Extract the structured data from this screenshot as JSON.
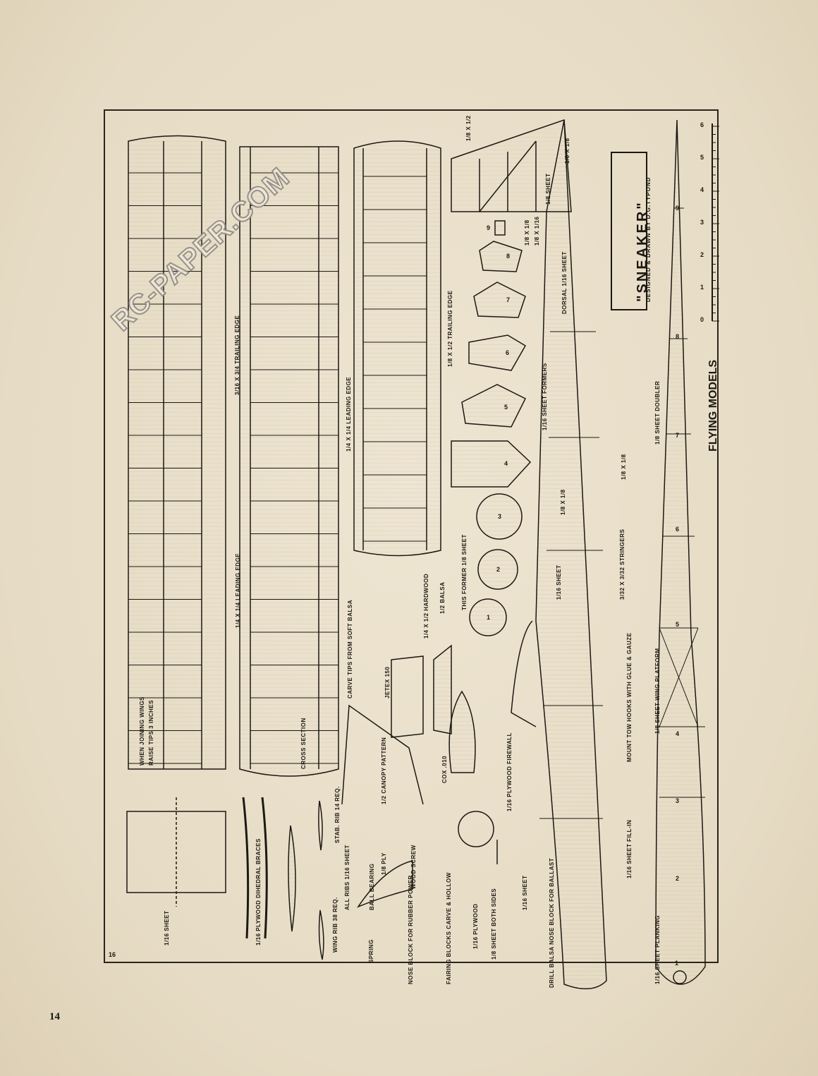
{
  "page_number": "14",
  "sheet_number": "16",
  "watermark": "RC-PAPER.COM",
  "title": "\"SNEAKER\"",
  "subtitle": "DESIGNED & DRAWN BY D.G.TYPOND",
  "magazine": "FLYING MODELS",
  "scale_ticks": [
    "0",
    "1",
    "2",
    "3",
    "4",
    "5",
    "6"
  ],
  "labels": {
    "trailing_edge_wing": "3/16 X 3/4 TRAILING EDGE",
    "leading_edge_wing": "1/4 X 1/4 LEADING EDGE",
    "leading_edge_stab": "1/4 X 1/4 LEADING EDGE",
    "trailing_edge_stab": "1/8 X 1/2 TRAILING EDGE",
    "carve_tips": "CARVE TIPS FROM SOFT BALSA",
    "joining": "WHEN JOINING WINGS",
    "raise_tips": "RAISE TIPS 3 INCHES",
    "sheet_116": "1/16 SHEET",
    "dihedral": "1/16 PLYWOOD DIHEDRAL BRACES",
    "cross_section": "CROSS SECTION",
    "wing_rib": "WING RIB  38 REQ.",
    "all_ribs": "ALL RIBS  1/16 SHEET",
    "stab_rib": "STAB. RIB  14 REQ.",
    "canopy": "1/2  CANOPY  PATTERN",
    "jetex": "JETEX  150",
    "hardwood": "1/4 X 1/2 HARDWOOD",
    "balsa_half": "1/2 BALSA",
    "former_18": "THIS FORMER 1/8 SHEET",
    "cox": "COX .010",
    "firewall": "1/16 PLYWOOD FIREWALL",
    "ball_bearing": "BALL BEARING",
    "ply_18": "1/8 PLY",
    "wood_screw": "WOOD SCREW",
    "spring": "SPRING",
    "nose_block": "NOSE BLOCK FOR RUBBER POWER",
    "fairing": "FAIRING BLOCKS CARVE & HOLLOW",
    "ply_116": "1/16 PLYWOOD",
    "sheet_both": "1/8 SHEET BOTH SIDES",
    "sheet_116b": "1/16 SHEET",
    "sheet_formers": "1/16 SHEET FORMERS",
    "drill_nose": "DRILL BALSA NOSE BLOCK FOR BALLAST",
    "fill_in": "1/16 SHEET FILL-IN",
    "tow_hooks": "MOUNT TOW HOOKS WITH GLUE & GAUZE",
    "stringers": "3/32 X 3/32 STRINGERS",
    "fus_sheet": "1/16 SHEET",
    "stringer_18a": "1/8 X 1/8",
    "stringer_18b": "1/8 X 1/8",
    "dorsal": "DORSAL 1/16 SHEET",
    "fin_18a": "1/8 X 1/8",
    "fin_116": "1/8 X 1/16",
    "fin_sheet": "1/8 SHEET",
    "fin_top": "1/8 X 1/2",
    "planking": "1/16 SHEET PLANKING",
    "wing_platform": "1/8 SHEET WING PLATFORM",
    "doubler": "1/8 SHEET DOUBLER",
    "top_18": "1/8 X 1/8"
  },
  "former_numbers": [
    "1",
    "2",
    "3",
    "4",
    "5",
    "6",
    "7",
    "8",
    "9"
  ],
  "plan_numbers": [
    "1",
    "2",
    "3",
    "4",
    "5",
    "6",
    "7",
    "8",
    "9"
  ],
  "colors": {
    "paper": "#e9dfca",
    "ink": "#1c1812",
    "watermark": "#8f8a82"
  }
}
